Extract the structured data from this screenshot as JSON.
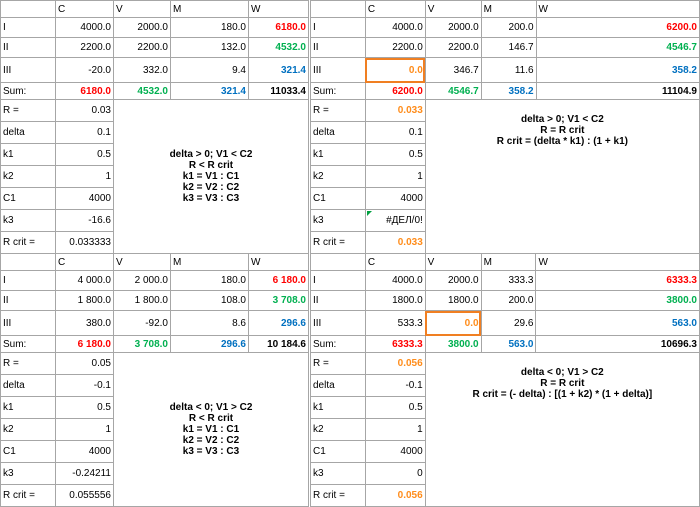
{
  "tl": {
    "header": [
      "",
      "C",
      "V",
      "M",
      "W"
    ],
    "rows": [
      {
        "label": "I",
        "c": "4000.0",
        "v": "2000.0",
        "m": "180.0",
        "w": "6180.0"
      },
      {
        "label": "II",
        "c": "2200.0",
        "v": "2200.0",
        "m": "132.0",
        "w": "4532.0"
      },
      {
        "label": "III",
        "c": "-20.0",
        "v": "332.0",
        "m": "9.4",
        "w": "321.4"
      },
      {
        "label": "Sum:",
        "c": "6180.0",
        "v": "4532.0",
        "m": "321.4",
        "w": "11033.4"
      }
    ],
    "params": [
      {
        "label": "R =",
        "value": "0.03"
      },
      {
        "label": "delta",
        "value": "0.1"
      },
      {
        "label": "k1",
        "value": "0.5"
      },
      {
        "label": "k2",
        "value": "1"
      },
      {
        "label": "C1",
        "value": "4000"
      },
      {
        "label": "k3",
        "value": "-16.6"
      },
      {
        "label": "R crit =",
        "value": "0.033333"
      }
    ],
    "notes": [
      "delta > 0; V1 < C2",
      "R < R crit",
      "k1 = V1 : C1",
      "k2 = V2 : C2",
      "k3 = V3 : C3"
    ]
  },
  "tr": {
    "header": [
      "",
      "C",
      "V",
      "M",
      "W"
    ],
    "rows": [
      {
        "label": "I",
        "c": "4000.0",
        "v": "2000.0",
        "m": "200.0",
        "w": "6200.0"
      },
      {
        "label": "II",
        "c": "2200.0",
        "v": "2200.0",
        "m": "146.7",
        "w": "4546.7"
      },
      {
        "label": "III",
        "c": "0.0",
        "v": "346.7",
        "m": "11.6",
        "w": "358.2"
      },
      {
        "label": "Sum:",
        "c": "6200.0",
        "v": "4546.7",
        "m": "358.2",
        "w": "11104.9"
      }
    ],
    "params": [
      {
        "label": "R =",
        "value": "0.033"
      },
      {
        "label": "delta",
        "value": "0.1"
      },
      {
        "label": "k1",
        "value": "0.5"
      },
      {
        "label": "k2",
        "value": "1"
      },
      {
        "label": "C1",
        "value": "4000"
      },
      {
        "label": "k3",
        "value": "#ДЕЛ/0!"
      },
      {
        "label": "R crit =",
        "value": "0.033"
      }
    ],
    "notes": [
      "delta > 0; V1 < C2",
      "R = R crit",
      "R crit = (delta * k1) : (1 + k1)"
    ]
  },
  "bl": {
    "header": [
      "",
      "C",
      "V",
      "M",
      "W"
    ],
    "rows": [
      {
        "label": "I",
        "c": "4 000.0",
        "v": "2 000.0",
        "m": "180.0",
        "w": "6 180.0"
      },
      {
        "label": "II",
        "c": "1 800.0",
        "v": "1 800.0",
        "m": "108.0",
        "w": "3 708.0"
      },
      {
        "label": "III",
        "c": "380.0",
        "v": "-92.0",
        "m": "8.6",
        "w": "296.6"
      },
      {
        "label": "Sum:",
        "c": "6 180.0",
        "v": "3 708.0",
        "m": "296.6",
        "w": "10 184.6"
      }
    ],
    "params": [
      {
        "label": "R =",
        "value": "0.05"
      },
      {
        "label": "delta",
        "value": "-0.1"
      },
      {
        "label": "k1",
        "value": "0.5"
      },
      {
        "label": "k2",
        "value": "1"
      },
      {
        "label": "C1",
        "value": "4000"
      },
      {
        "label": "k3",
        "value": "-0.24211"
      },
      {
        "label": "R crit =",
        "value": "0.055556"
      }
    ],
    "notes": [
      "delta < 0; V1 > C2",
      "R < R crit",
      "k1 = V1 : C1",
      "k2 = V2 : C2",
      "k3 = V3 : C3"
    ]
  },
  "br": {
    "header": [
      "",
      "C",
      "V",
      "M",
      "W"
    ],
    "rows": [
      {
        "label": "I",
        "c": "4000.0",
        "v": "2000.0",
        "m": "333.3",
        "w": "6333.3"
      },
      {
        "label": "II",
        "c": "1800.0",
        "v": "1800.0",
        "m": "200.0",
        "w": "3800.0"
      },
      {
        "label": "III",
        "c": "533.3",
        "v": "0.0",
        "m": "29.6",
        "w": "563.0"
      },
      {
        "label": "Sum:",
        "c": "6333.3",
        "v": "3800.0",
        "m": "563.0",
        "w": "10696.3"
      }
    ],
    "params": [
      {
        "label": "R =",
        "value": "0.056"
      },
      {
        "label": "delta",
        "value": "-0.1"
      },
      {
        "label": "k1",
        "value": "0.5"
      },
      {
        "label": "k2",
        "value": "1"
      },
      {
        "label": "C1",
        "value": "4000"
      },
      {
        "label": "k3",
        "value": "0"
      },
      {
        "label": "R crit =",
        "value": "0.056"
      }
    ],
    "notes": [
      "delta < 0; V1 > C2",
      "R = R crit",
      "R crit = (- delta) : [(1 + k2) * (1 + delta)]"
    ]
  },
  "colors": {
    "red": "#ff0000",
    "green": "#00b050",
    "blue": "#0070c0",
    "orange": "#ff8c1a",
    "grid": "#a6a6a6"
  }
}
